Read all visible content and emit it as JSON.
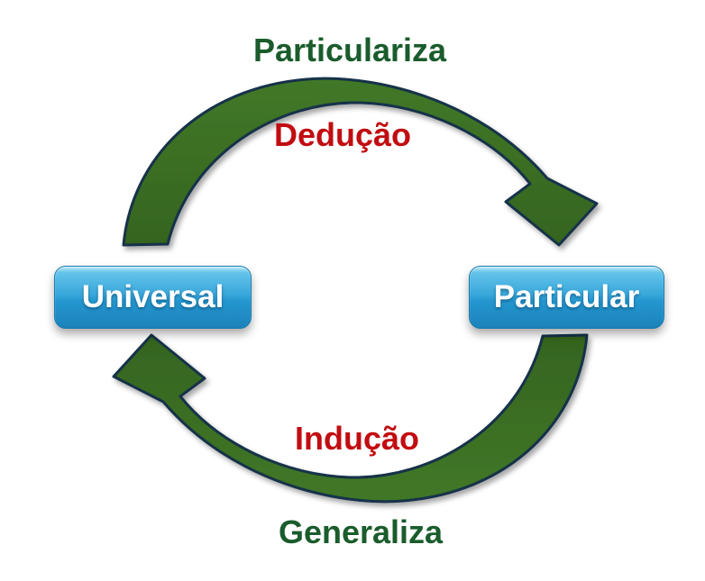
{
  "diagram": {
    "background": "#FFFFFF",
    "labels": {
      "top": "Particulariza",
      "top_inner": "Dedução",
      "bottom_inner": "Indução",
      "bottom": "Generaliza"
    },
    "nodes": {
      "left": "Universal",
      "right": "Particular"
    },
    "arrows": [
      {
        "name": "deduction-arrow",
        "from": "Universal",
        "to": "Particular",
        "label": "Dedução",
        "outer_label": "Particulariza"
      },
      {
        "name": "induction-arrow",
        "from": "Particular",
        "to": "Universal",
        "label": "Indução",
        "outer_label": "Generaliza"
      }
    ],
    "colors": {
      "label_green": "#1A5C2C",
      "label_red": "#C10D11",
      "arrow_fill": "#3B6E23",
      "arrow_outline": "#14304A",
      "node_blue_top": "#BDE9F8",
      "node_blue_bottom": "#1D81B8",
      "node_text": "#FFFFFF"
    }
  }
}
